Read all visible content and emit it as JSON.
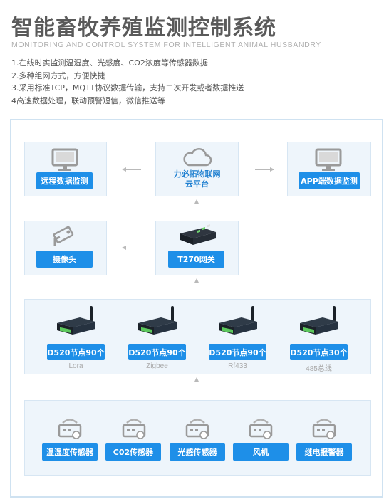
{
  "title": "智能畜牧养殖监测控制系统",
  "subtitle": "MONITORING AND CONTROL SYSTEM FOR INTELLIGENT ANIMAL HUSBANDRY",
  "features": [
    "1.在线时实监测温湿度、光感度、CO2浓度等传感器数据",
    "2.多种组网方式，方便快捷",
    "3.采用标准TCP，MQTT协议数据传输，支持二次开发或者数据推送",
    "4高速数据处理，联动预警短信，微信推送等"
  ],
  "top_row": {
    "remote_label": "远程数据监测",
    "cloud_lines": [
      "力必拓物联网",
      "云平台"
    ],
    "app_label": "APP端数据监测"
  },
  "mid_row": {
    "camera_label": "摄像头",
    "gateway_label": "T270网关"
  },
  "nodes": [
    {
      "label": "D520节点90个",
      "network": "Lora"
    },
    {
      "label": "D520节点90个",
      "network": "Zigbee"
    },
    {
      "label": "D520节点90个",
      "network": "Rf433"
    },
    {
      "label": "D520节点30个",
      "network": "485总线"
    }
  ],
  "sensors": [
    {
      "label": "温湿度传感器"
    },
    {
      "label": "C02传感器"
    },
    {
      "label": "光感传感器"
    },
    {
      "label": "风机"
    },
    {
      "label": "继电报警器"
    }
  ],
  "colors": {
    "accent": "#1e8fe8",
    "panel": "#eef5fb",
    "border": "#cfe2f1",
    "icon_gray": "#9a9a9a"
  }
}
